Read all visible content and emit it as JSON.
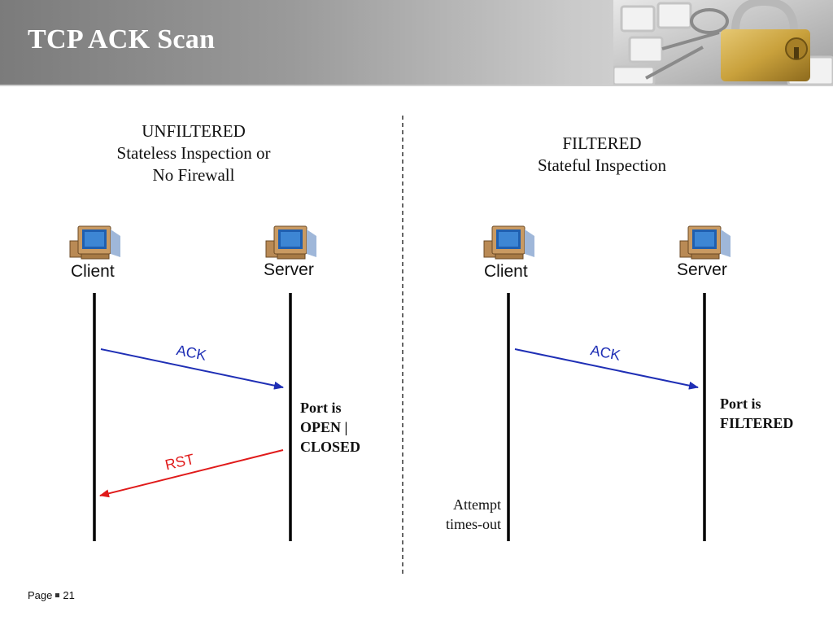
{
  "slide": {
    "title": "TCP ACK Scan",
    "footer_page_label": "Page",
    "footer_page_number": "21"
  },
  "panels": {
    "unfiltered": {
      "caption": "UNFILTERED\nStateless Inspection or\nNo Firewall",
      "client_label": "Client",
      "server_label": "Server",
      "ack_label": "ACK",
      "rst_label": "RST",
      "server_note": "Port is\nOPEN |\nCLOSED"
    },
    "filtered": {
      "caption": "FILTERED\nStateful Inspection",
      "client_label": "Client",
      "server_label": "Server",
      "ack_label": "ACK",
      "server_note": "Port is\nFILTERED",
      "client_note": "Attempt\ntimes-out"
    }
  },
  "colors": {
    "ack_arrow": "#1f2fb5",
    "rst_arrow": "#e01a1a"
  },
  "icons": [
    "computer-icon",
    "padlock-keys-photo"
  ]
}
